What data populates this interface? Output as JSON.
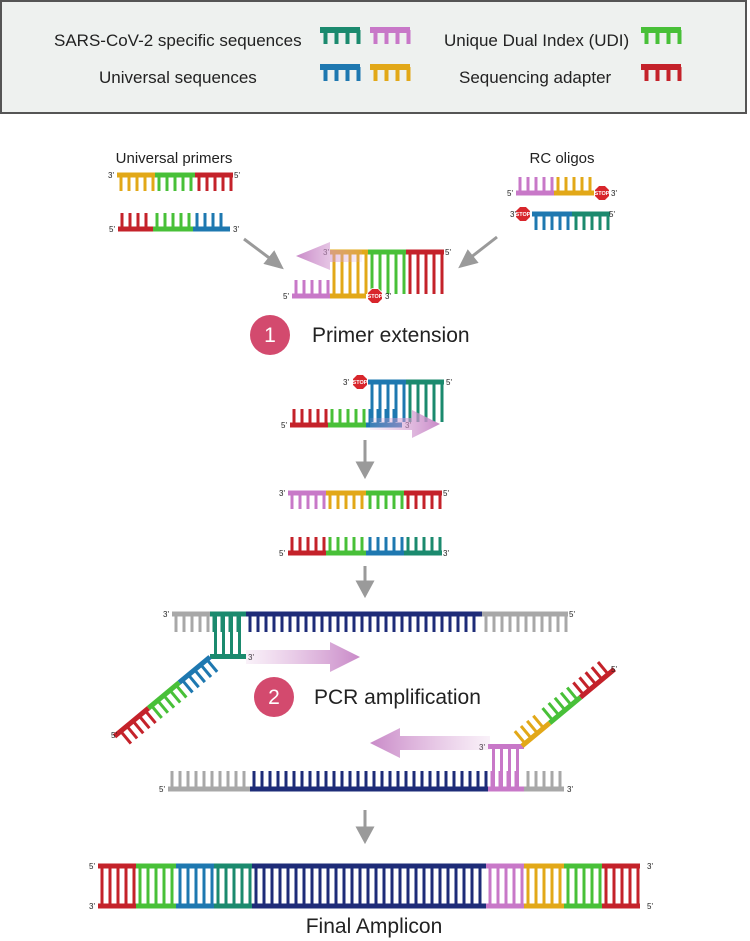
{
  "legend": {
    "sars": "SARS-CoV-2 specific sequences",
    "universal": "Universal sequences",
    "udi": "Unique Dual Index (UDI)",
    "adapter": "Sequencing adapter"
  },
  "labels": {
    "universal_primers": "Universal primers",
    "rc_oligos": "RC oligos",
    "step1_number": "1",
    "step1": "Primer extension",
    "step2_number": "2",
    "step2": "PCR amplification",
    "final": "Final Amplicon",
    "stop": "STOP",
    "end3": "3'",
    "end5": "5'"
  },
  "colors": {
    "sars_teal": "#1b8a6e",
    "sars_violet": "#c878c8",
    "universal_blue": "#1e78b0",
    "universal_yellow": "#e2a818",
    "udi_green": "#48c038",
    "adapter_red": "#c4222a",
    "viral_navy": "#1e2c78",
    "template_gray": "#a8a8a8",
    "step_badge": "#d34a6e",
    "stop_red": "#d8262c",
    "arrow_gray": "#9a9a9a"
  }
}
